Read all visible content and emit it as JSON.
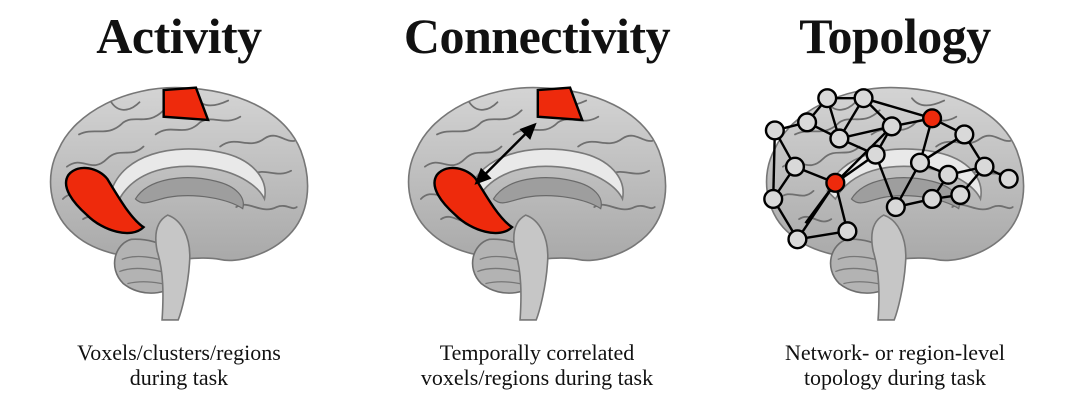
{
  "panels": [
    {
      "title": "Activity",
      "caption": [
        "Voxels/clusters/regions",
        "during task"
      ]
    },
    {
      "title": "Connectivity",
      "caption": [
        "Temporally correlated",
        "voxels/regions during task"
      ]
    },
    {
      "title": "Topology",
      "caption": [
        "Network- or region-level",
        "topology during task"
      ]
    }
  ],
  "colors": {
    "region": "#ee2a0c",
    "node": "#d9d9d9",
    "edge": "#000000",
    "brain": "#bdbdbd"
  },
  "icons": [
    "brain-medial-view",
    "double-arrow",
    "network-graph"
  ]
}
